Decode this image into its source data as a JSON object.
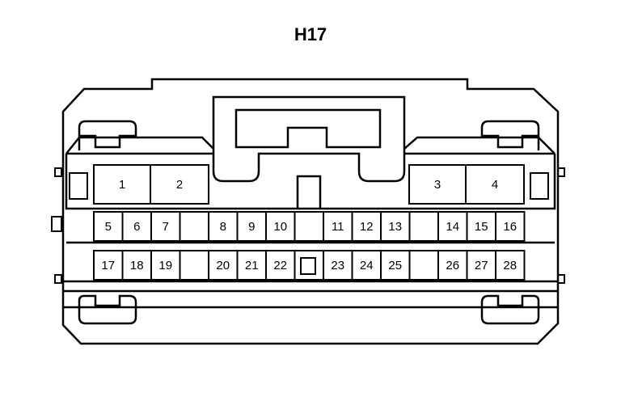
{
  "connector": {
    "title": "H17",
    "top_pins": [
      "1",
      "2",
      "3",
      "4"
    ],
    "row1_pins": [
      "5",
      "6",
      "7",
      "8",
      "9",
      "10",
      "11",
      "12",
      "13",
      "14",
      "15",
      "16"
    ],
    "row2_pins": [
      "17",
      "18",
      "19",
      "20",
      "21",
      "22",
      "23",
      "24",
      "25",
      "26",
      "27",
      "28"
    ]
  }
}
